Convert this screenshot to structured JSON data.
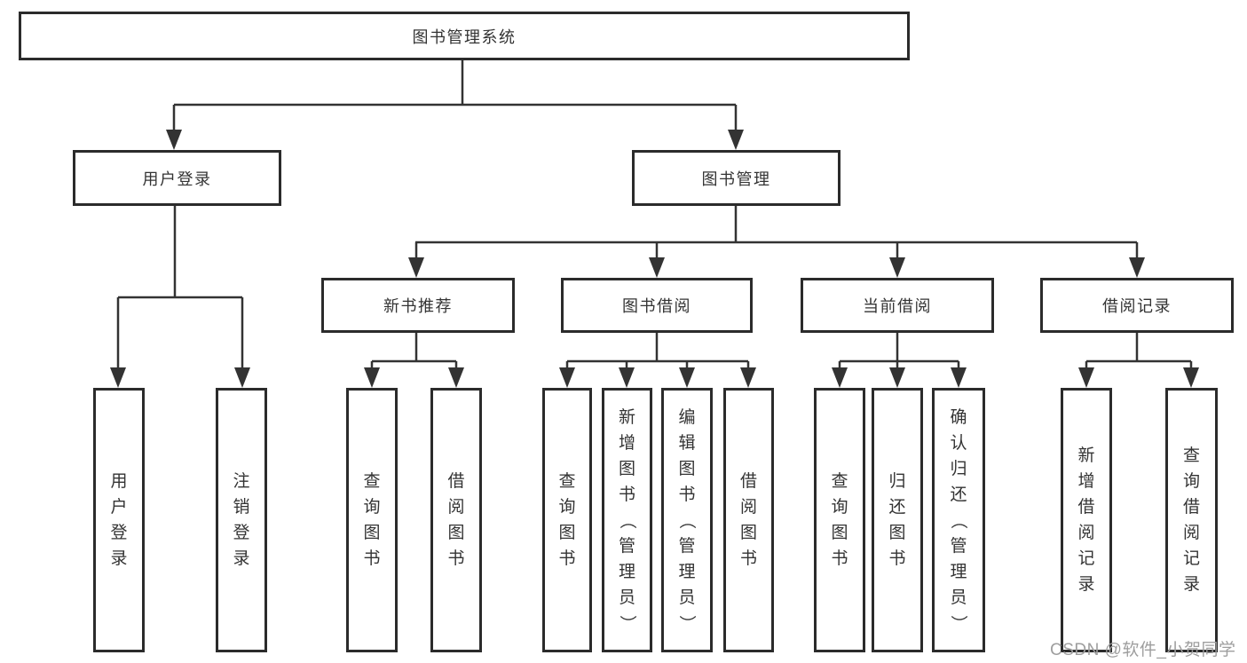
{
  "diagram": {
    "root": {
      "label": "图书管理系统"
    },
    "branches": [
      {
        "label": "用户登录",
        "children": [
          {
            "label": "用户登录"
          },
          {
            "label": "注销登录"
          }
        ]
      },
      {
        "label": "图书管理",
        "children": [
          {
            "label": "新书推荐",
            "children": [
              {
                "label": "查询图书"
              },
              {
                "label": "借阅图书"
              }
            ]
          },
          {
            "label": "图书借阅",
            "children": [
              {
                "label": "查询图书"
              },
              {
                "label": "新增图书（管理员）"
              },
              {
                "label": "编辑图书（管理员）"
              },
              {
                "label": "借阅图书"
              }
            ]
          },
          {
            "label": "当前借阅",
            "children": [
              {
                "label": "查询图书"
              },
              {
                "label": "归还图书"
              },
              {
                "label": "确认归还（管理员）"
              }
            ]
          },
          {
            "label": "借阅记录",
            "children": [
              {
                "label": "新增借阅记录"
              },
              {
                "label": "查询借阅记录"
              }
            ]
          }
        ]
      }
    ]
  },
  "watermark": {
    "text": "CSDN @软件_小贺同学"
  },
  "colors": {
    "line": "#333333",
    "border": "#2b2b2b",
    "text": "#333333",
    "background": "#ffffff",
    "watermark": "#9e9e9e"
  }
}
